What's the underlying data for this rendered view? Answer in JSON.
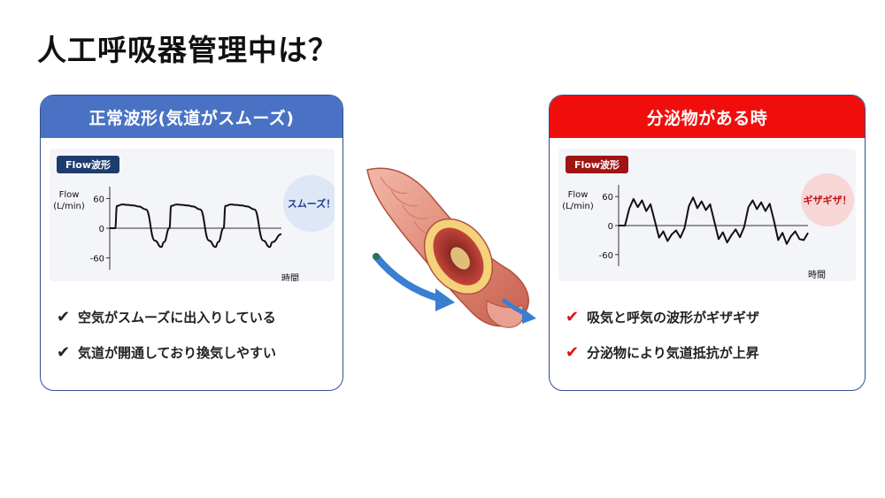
{
  "page": {
    "title": "人工呼吸器管理中は？"
  },
  "normal_panel": {
    "header": "正常波形(気道がスムーズ)",
    "chart_tag": "Flow波形",
    "badge": "スムーズ！",
    "bullets": [
      "空気がスムーズに出入りしている",
      "気道が開通しており換気しやすい"
    ],
    "check_glyph": "✔"
  },
  "abnormal_panel": {
    "header": "分泌物がある時",
    "chart_tag": "Flow波形",
    "badge": "ギザギザ！",
    "bullets": [
      "吸気と呼気の波形がギザギザ",
      "分泌物により気道抵抗が上昇"
    ],
    "check_glyph": "✔"
  },
  "chart_data": [
    {
      "type": "line",
      "ylabel_lines": [
        "Flow",
        "(L/min)"
      ],
      "xlabel": "時間",
      "yticks": [
        60,
        0,
        -60
      ],
      "ylim": [
        -75,
        75
      ],
      "waveform": "smooth",
      "x": [
        0,
        0.3,
        0.4,
        0.7,
        1.0,
        1.3,
        1.6,
        2.0,
        2.5,
        2.85,
        3.0,
        3.3,
        3.4,
        3.7,
        4.0,
        4.3,
        4.6,
        5.0,
        5.5,
        5.85,
        6.0,
        6.3,
        6.4,
        6.7,
        7.0,
        7.3,
        7.6,
        8.0,
        8.5,
        8.85,
        9.0,
        9.5
      ],
      "series": [
        {
          "values": [
            0,
            0,
            45,
            48,
            47,
            46,
            44,
            38,
            -25,
            -38,
            -28,
            0,
            45,
            48,
            47,
            46,
            44,
            38,
            -25,
            -38,
            -28,
            0,
            45,
            48,
            47,
            46,
            44,
            38,
            -25,
            -38,
            -28,
            -12
          ]
        }
      ],
      "colors": {
        "line": "#111111",
        "badge_fill": "#dde7f5",
        "badge_text": "#1f3c8c"
      }
    },
    {
      "type": "line",
      "ylabel_lines": [
        "Flow",
        "(L/min)"
      ],
      "xlabel": "時間",
      "yticks": [
        60,
        0,
        -60
      ],
      "ylim": [
        -75,
        75
      ],
      "waveform": "jagged",
      "x": [
        0,
        0.3,
        0.5,
        0.7,
        0.9,
        1.1,
        1.3,
        1.5,
        1.7,
        1.9,
        2.1,
        2.3,
        2.5,
        2.7,
        2.9,
        3.1,
        3.3,
        3.5,
        3.7,
        3.9,
        4.1,
        4.3,
        4.5,
        4.7,
        4.9,
        5.1,
        5.3,
        5.5,
        5.7,
        5.9,
        6.1,
        6.3,
        6.5,
        6.7,
        6.9,
        7.1,
        7.3,
        7.5,
        7.7,
        7.9,
        8.1,
        8.3,
        8.5,
        8.7,
        8.9
      ],
      "series": [
        {
          "values": [
            0,
            0,
            35,
            55,
            38,
            52,
            30,
            44,
            10,
            -25,
            -12,
            -32,
            -18,
            -10,
            -25,
            -5,
            40,
            58,
            36,
            50,
            32,
            44,
            8,
            -28,
            -14,
            -35,
            -20,
            -8,
            -24,
            -3,
            38,
            52,
            34,
            48,
            30,
            45,
            10,
            -30,
            -15,
            -38,
            -22,
            -12,
            -28,
            -30,
            -15
          ]
        }
      ],
      "colors": {
        "line": "#111111",
        "badge_fill": "#f7d6d6",
        "badge_text": "#c81010"
      }
    }
  ]
}
